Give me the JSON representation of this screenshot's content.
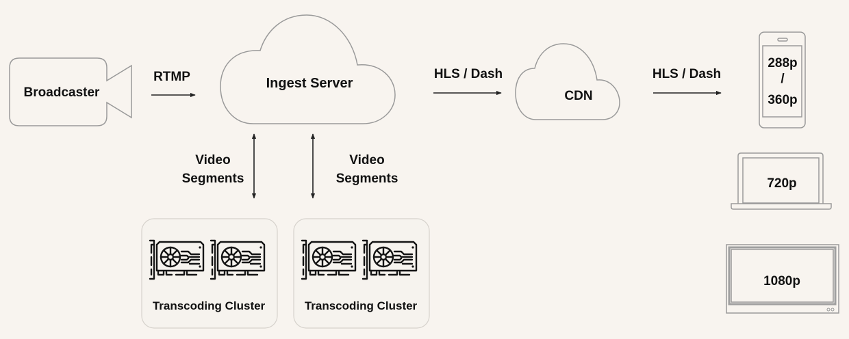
{
  "diagram": {
    "nodes": {
      "broadcaster": {
        "label": "Broadcaster",
        "icon": "video-camera-icon"
      },
      "ingest_server": {
        "label": "Ingest Server",
        "icon": "cloud-icon"
      },
      "cdn": {
        "label": "CDN",
        "icon": "cloud-icon"
      },
      "cluster_1": {
        "label": "Transcoding Cluster",
        "icon": "gpu-card-icon"
      },
      "cluster_2": {
        "label": "Transcoding Cluster",
        "icon": "gpu-card-icon"
      },
      "phone": {
        "line1": "288p",
        "line2": "/",
        "line3": "360p",
        "icon": "smartphone-icon"
      },
      "laptop": {
        "label": "720p",
        "icon": "laptop-icon"
      },
      "tv": {
        "label": "1080p",
        "icon": "tv-icon"
      }
    },
    "edges": {
      "rtmp": {
        "label": "RTMP",
        "from": "Broadcaster",
        "to": "Ingest Server"
      },
      "hls_1": {
        "label": "HLS / Dash",
        "from": "Ingest Server",
        "to": "CDN"
      },
      "hls_2": {
        "label": "HLS / Dash",
        "from": "CDN",
        "to": "Devices"
      },
      "segments_1": {
        "line1": "Video",
        "line2": "Segments",
        "direction": "bidirectional"
      },
      "segments_2": {
        "line1": "Video",
        "line2": "Segments",
        "direction": "bidirectional"
      }
    }
  }
}
